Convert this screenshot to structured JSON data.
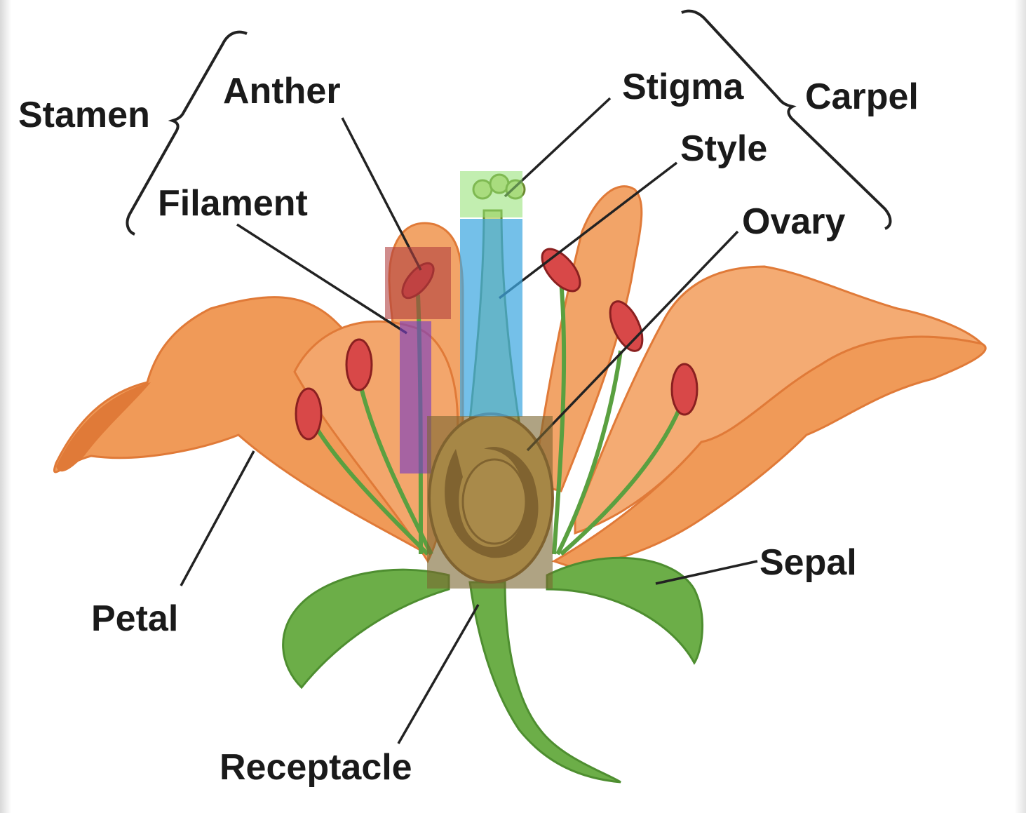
{
  "labels": {
    "stamen": "Stamen",
    "anther": "Anther",
    "filament": "Filament",
    "stigma": "Stigma",
    "carpel": "Carpel",
    "style": "Style",
    "ovary": "Ovary",
    "sepal": "Sepal",
    "petal": "Petal",
    "receptacle": "Receptacle"
  },
  "highlights": {
    "stigma": "#8fe070",
    "style": "#3fa8e0",
    "anther": "#b04040",
    "filament": "#7d3fc0",
    "ovary": "#7a6630"
  },
  "colors": {
    "petal": "#f09a58",
    "petal_shade": "#e07a38",
    "leaf": "#6cae48",
    "filament_line": "#5aa040",
    "anther": "#d84848",
    "ovary_fill": "#e8b868",
    "ovary_core": "#8a6030"
  }
}
